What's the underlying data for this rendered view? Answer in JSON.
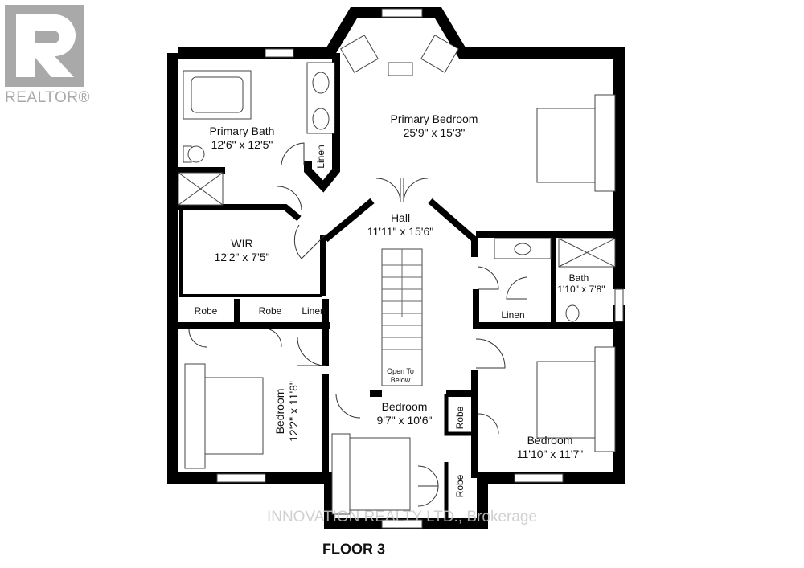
{
  "logo": {
    "text": "REALTOR®"
  },
  "rooms": {
    "primary_bath": {
      "name": "Primary Bath",
      "size": "12'6\" x 12'5\""
    },
    "primary_bedroom": {
      "name": "Primary Bedroom",
      "size": "25'9\" x 15'3\""
    },
    "linen_1": "Linen",
    "hall": {
      "name": "Hall",
      "size": "11'11\" x 15'6\""
    },
    "wir": {
      "name": "WIR",
      "size": "12'2\" x 7'5\""
    },
    "bath": {
      "name": "Bath",
      "size": "11'10\" x 7'8\""
    },
    "linen_2": "Linen",
    "robe_1": "Robe",
    "robe_2": "Robe",
    "linen_3": "Linen",
    "open_to_below": "Open To Below",
    "bedroom_left": {
      "name": "Bedroom",
      "size": "12'2\" x 11'8\""
    },
    "bedroom_mid": {
      "name": "Bedroom",
      "size": "9'7\" x 10'6\""
    },
    "robe_3": "Robe",
    "robe_4": "Robe",
    "bedroom_right": {
      "name": "Bedroom",
      "size": "11'10\" x 11'7\""
    }
  },
  "watermark": "INNOVATION REALTY LTD., Brokerage",
  "floor_label": "FLOOR 3"
}
